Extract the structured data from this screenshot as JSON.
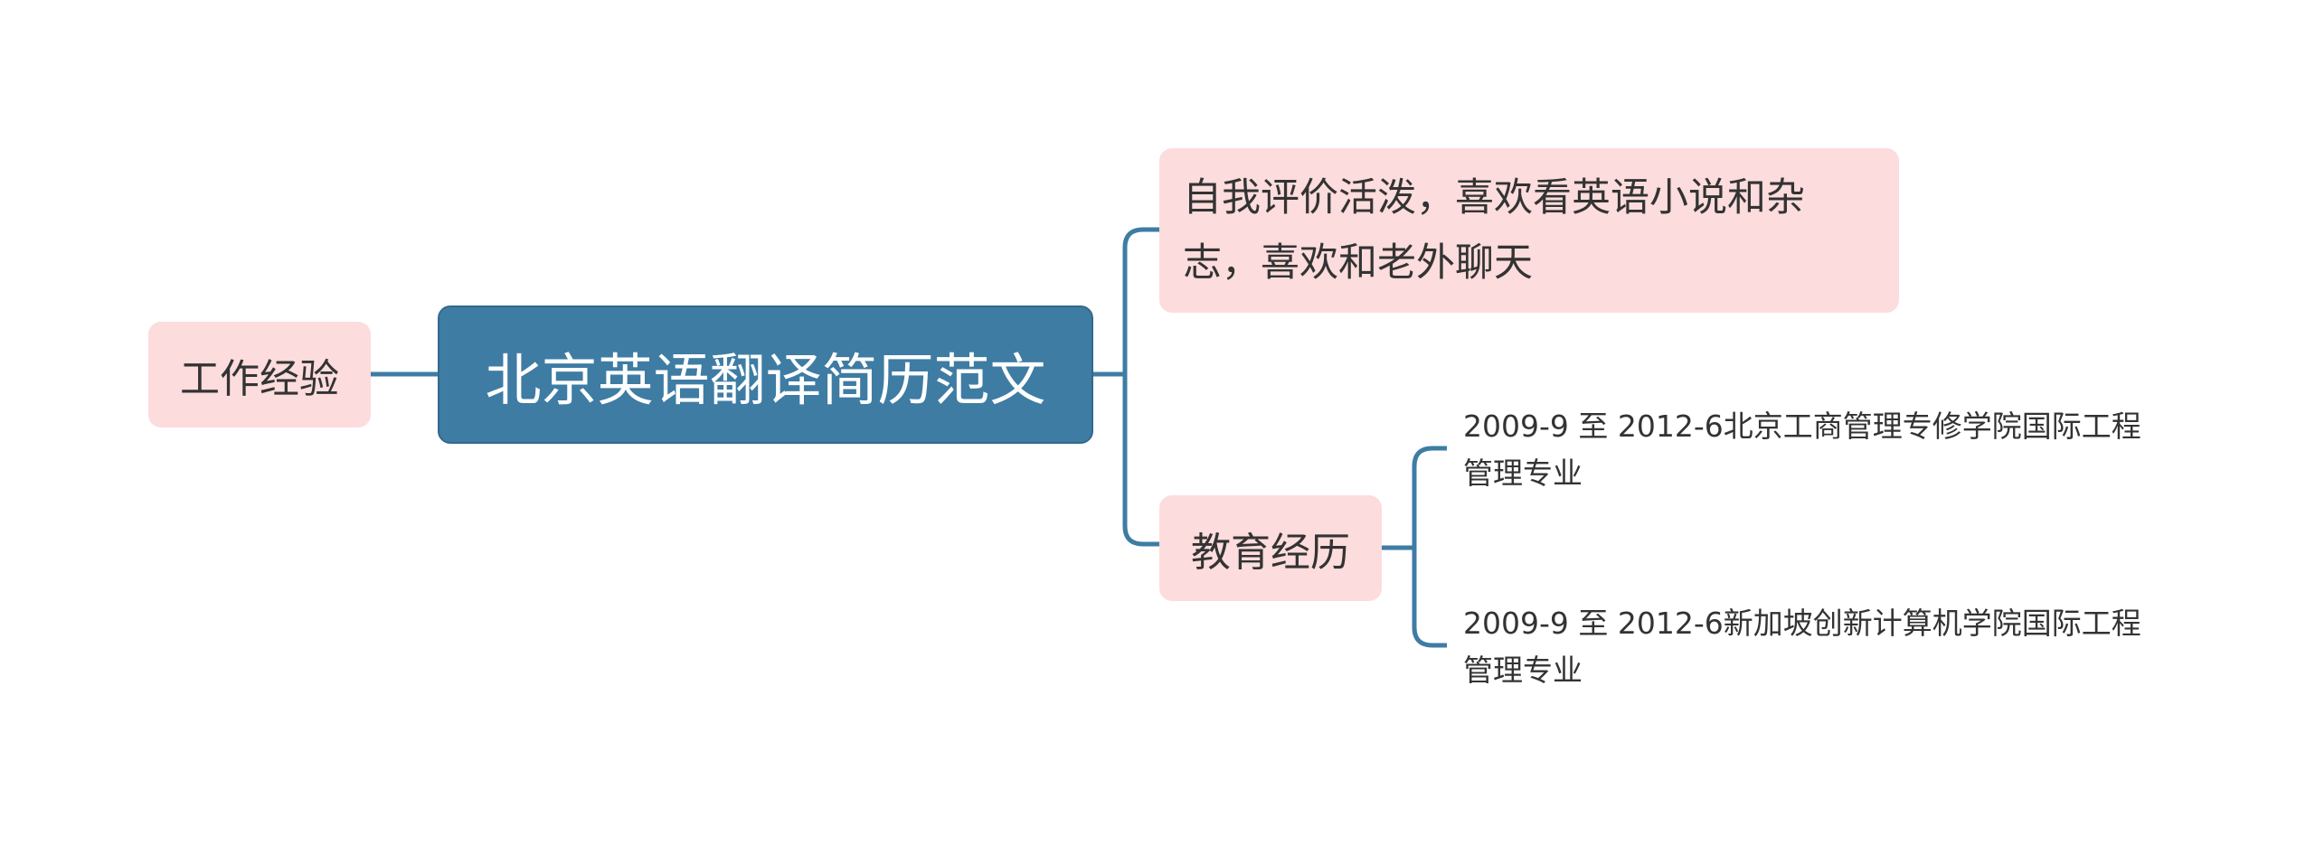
{
  "root": {
    "label": "北京英语翻译简历范文"
  },
  "left_branch": {
    "label": "工作经验"
  },
  "right_branches": [
    {
      "label": "自我评价活泼，喜欢看英语小说和杂志，喜欢和老外聊天"
    },
    {
      "label": "教育经历",
      "children": [
        {
          "label": "2009-9 至 2012-6北京工商管理专修学院国际工程管理专业"
        },
        {
          "label": "2009-9 至 2012-6新加坡创新计算机学院国际工程管理专业"
        }
      ]
    }
  ],
  "colors": {
    "line": "#3e7ca3",
    "root": "#3e7ca3",
    "branch": "#fcdcdc"
  }
}
